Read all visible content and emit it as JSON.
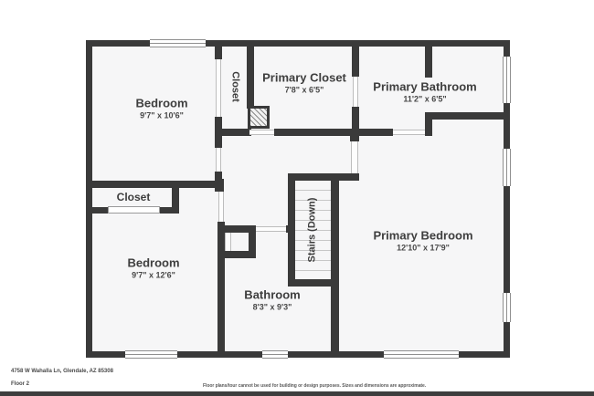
{
  "plan": {
    "wall_color": "#3a3a3a",
    "floor_color": "#f6f6f7",
    "footer_bar_color": "#3d3d3d"
  },
  "rooms": [
    {
      "id": "bedroom-top-left",
      "name": "Bedroom",
      "dims": "9'7\" x 10'6\""
    },
    {
      "id": "closet-corridor",
      "name": "Closet"
    },
    {
      "id": "primary-closet",
      "name": "Primary Closet",
      "dims": "7'8\" x 6'5\""
    },
    {
      "id": "primary-bathroom",
      "name": "Primary Bathroom",
      "dims": "11'2\" x 6'5\""
    },
    {
      "id": "closet-left",
      "name": "Closet"
    },
    {
      "id": "bedroom-bottom-left",
      "name": "Bedroom",
      "dims": "9'7\" x 12'6\""
    },
    {
      "id": "bathroom",
      "name": "Bathroom",
      "dims": "8'3\" x 9'3\""
    },
    {
      "id": "stairs",
      "name": "Stairs (Down)"
    },
    {
      "id": "primary-bedroom",
      "name": "Primary Bedroom",
      "dims": "12'10\" x 17'9\""
    }
  ],
  "footer": {
    "address": "4758 W Wahalla Ln, Glendale, AZ 85308",
    "floor_label": "Floor 2",
    "disclaimer": "Floor plans/tour cannot be used for building or design purposes. Sizes and dimensions are approximate."
  }
}
